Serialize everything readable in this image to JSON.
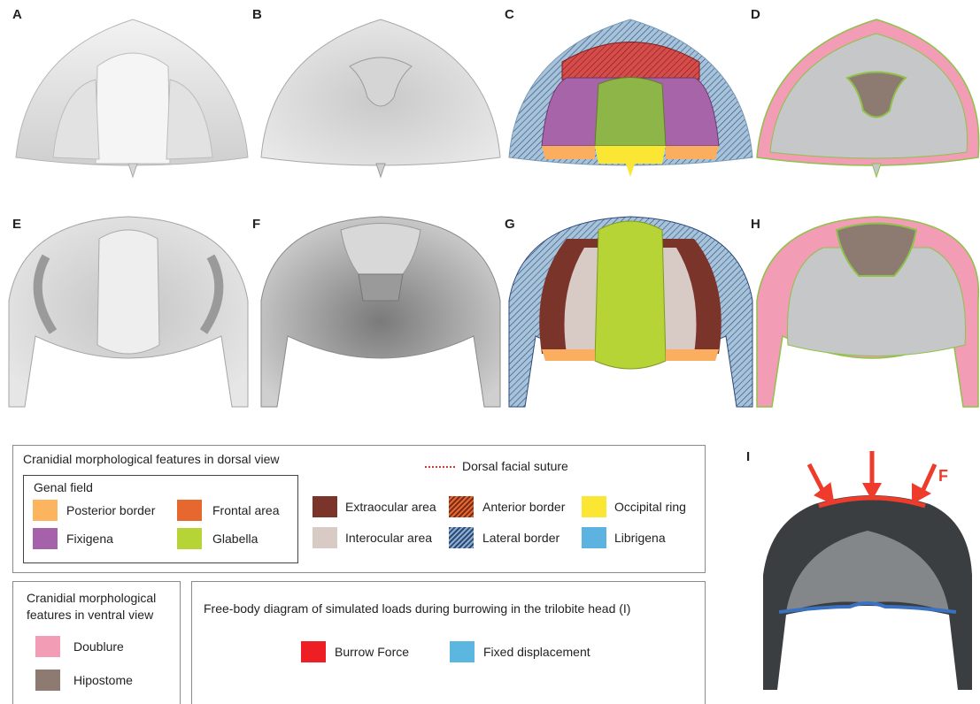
{
  "panels": {
    "A": "A",
    "B": "B",
    "C": "C",
    "D": "D",
    "E": "E",
    "F": "F",
    "G": "G",
    "H": "H",
    "I": "I"
  },
  "legend_dorsal": {
    "title": "Cranidial morphological features in dorsal view",
    "suture_label": "Dorsal facial suture",
    "genal_field": {
      "title": "Genal field",
      "items": [
        {
          "label": "Posterior border",
          "color": "#fcb45f"
        },
        {
          "label": "Frontal area",
          "color": "#e7682f"
        },
        {
          "label": "Fixigena",
          "color": "#a661ab"
        },
        {
          "label": "Glabella",
          "color": "#b6d435"
        }
      ]
    },
    "items": [
      {
        "label": "Extraocular area",
        "color": "#7b342a"
      },
      {
        "label": "Anterior border",
        "color": "#e7682f",
        "hatched": true
      },
      {
        "label": "Occipital ring",
        "color": "#fbe633"
      },
      {
        "label": "Interocular area",
        "color": "#d8cbc6"
      },
      {
        "label": "Lateral border",
        "color": "#2c4a7c",
        "hatched": true
      },
      {
        "label": "Librigena",
        "color": "#5db3df"
      }
    ]
  },
  "legend_ventral": {
    "title_line1": "Cranidial morphological",
    "title_line2": "features in ventral view",
    "items": [
      {
        "label": "Doublure",
        "color": "#f29cb5"
      },
      {
        "label": "Hipostome",
        "color": "#8d7b72"
      }
    ]
  },
  "legend_fbd": {
    "title": "Free-body diagram of simulated loads during burrowing in the trilobite head (I)",
    "items": [
      {
        "label": "Burrow Force",
        "color": "#ed1f24"
      },
      {
        "label": "Fixed displacement",
        "color": "#5bb7e0"
      }
    ]
  },
  "force_label": "F",
  "colors": {
    "shell_light": "#ececec",
    "shell_dark": "#8e8e8e",
    "cut_grey": "#c6c7c9",
    "outline_green": "#8fc24a",
    "red_area": "#d64c4a",
    "purple": "#a764a8",
    "green": "#8db548",
    "orange": "#fbae5f",
    "yellow": "#fbe633",
    "blue_grey": "#a7c3da",
    "fbd_dark": "#3b3e41",
    "fbd_grey": "#84878a",
    "fbd_force": "#ee3b2b",
    "fbd_fixed": "#3a71c1"
  }
}
